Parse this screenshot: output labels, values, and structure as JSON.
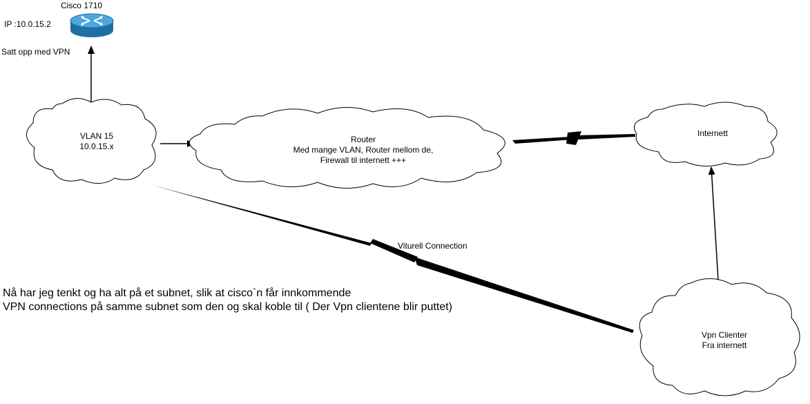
{
  "router_device": {
    "name": "Cisco 1710",
    "ip": "IP :10.0.15.2",
    "note": "Satt opp med VPN",
    "icon": "router-icon"
  },
  "vlan_cloud": {
    "line1": "VLAN 15",
    "line2": "10.0.15.x"
  },
  "router_cloud": {
    "line1": "Router",
    "line2": "Med mange VLAN, Router mellom de,",
    "line3": "Firewall til internett +++"
  },
  "internet_cloud": {
    "label": "Internett"
  },
  "vpn_cloud": {
    "line1": "Vpn Clienter",
    "line2": "Fra internett"
  },
  "virtual_link": {
    "label": "Viturell Connection"
  },
  "explanation": {
    "line1": "Nå har jeg tenkt og ha alt på et subnet, slik at cisco`n får innkommende",
    "line2": "VPN connections på samme subnet som den og skal koble til ( Der Vpn clientene blir puttet)"
  },
  "colors": {
    "router_icon": "#2a8fc9",
    "line": "#000000",
    "background": "#ffffff"
  }
}
